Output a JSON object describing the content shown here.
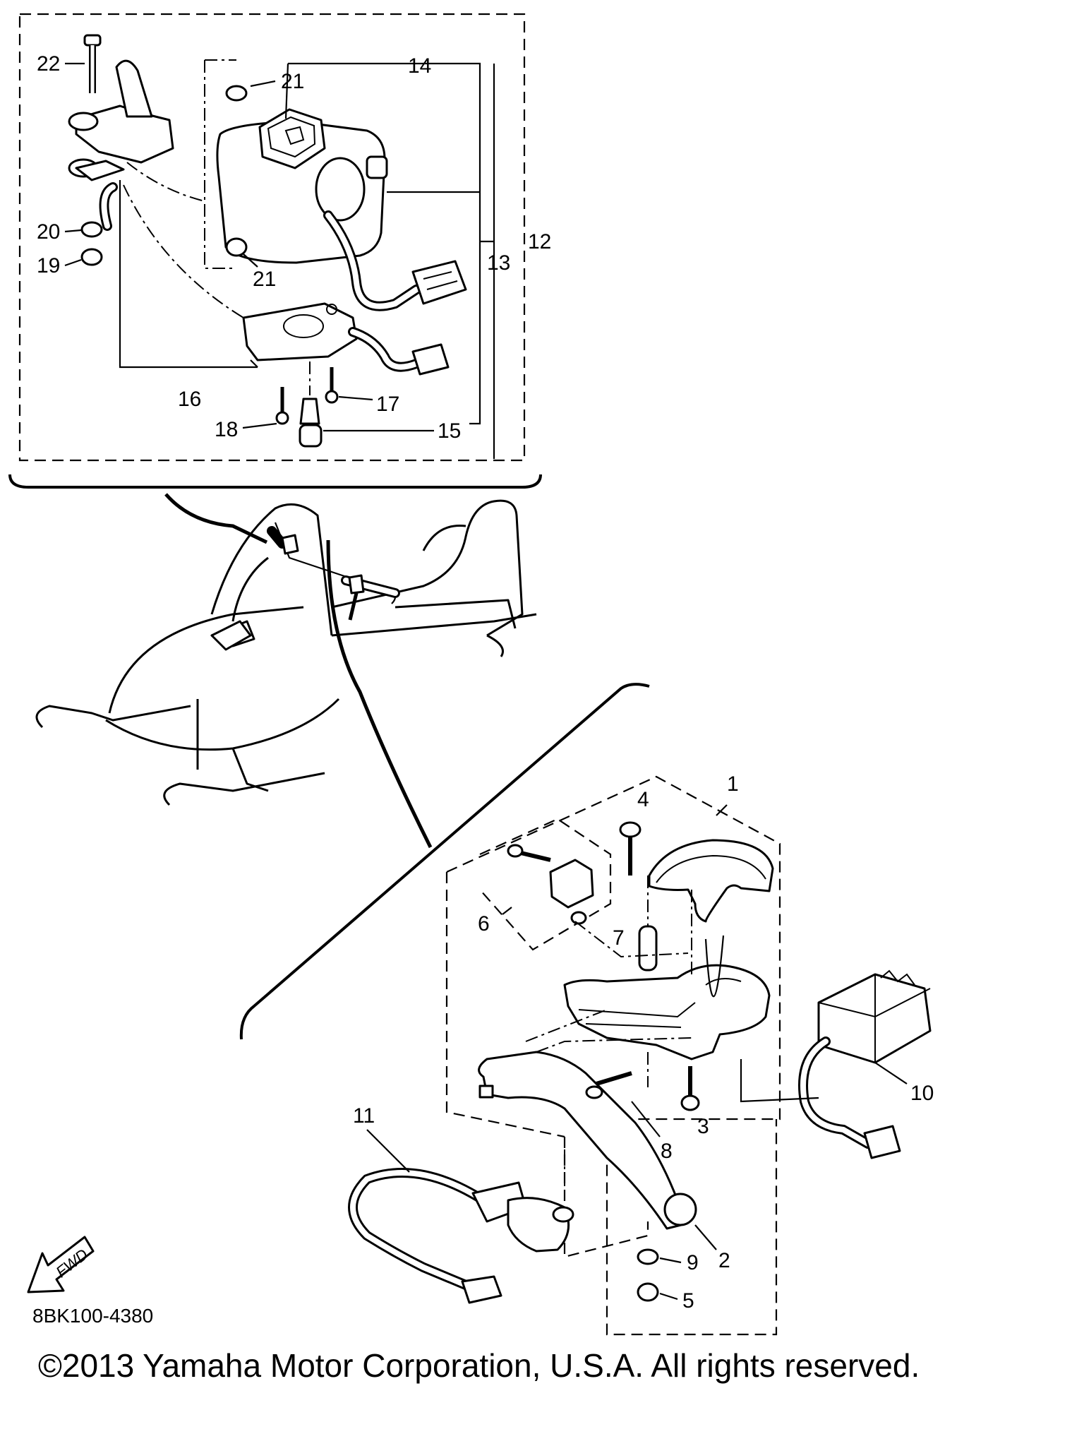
{
  "diagram_code": "8BK100-4380",
  "copyright": "©2013 Yamaha Motor Corporation, U.S.A. All rights reserved.",
  "fwd_label": "FWD",
  "parts": {
    "p1": "1",
    "p2": "2",
    "p3": "3",
    "p4": "4",
    "p5": "5",
    "p6": "6",
    "p7": "7",
    "p8": "8",
    "p9": "9",
    "p10": "10",
    "p11": "11",
    "p12": "12",
    "p13": "13",
    "p14": "14",
    "p15": "15",
    "p16": "16",
    "p17": "17",
    "p18": "18",
    "p19": "19",
    "p20": "20",
    "p21a": "21",
    "p21b": "21",
    "p22": "22"
  }
}
